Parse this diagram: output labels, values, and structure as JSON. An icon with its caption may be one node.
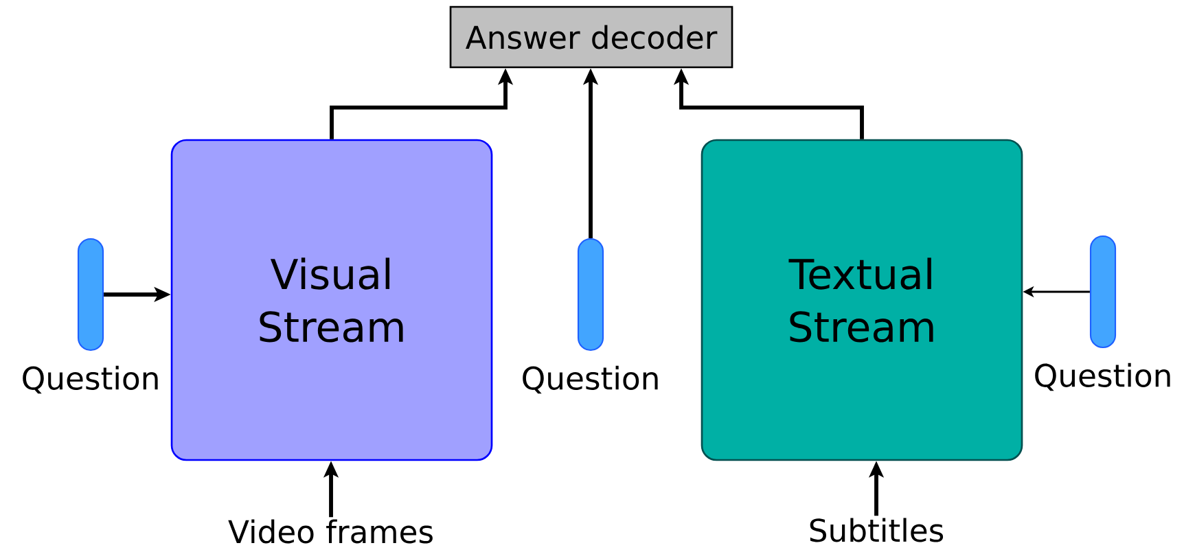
{
  "diagram": {
    "nodes": [
      {
        "text": [
          "Answer decoder"
        ]
      },
      {
        "text": [
          "Visual Stream"
        ]
      },
      {
        "text": [
          "Textual Stream"
        ]
      },
      {
        "text": [],
        "shape": "bar",
        "beside": [
          "Question"
        ]
      },
      {
        "text": [],
        "shape": "bar",
        "beside": [
          "Question"
        ]
      },
      {
        "text": [],
        "shape": "bar",
        "beside": [
          "Question"
        ]
      },
      {
        "text": [
          "Video frames"
        ]
      },
      {
        "text": [
          "Subtitles"
        ]
      }
    ],
    "edges": [
      {
        "from": 1,
        "to": 0,
        "arrow": "to"
      },
      {
        "from": 4,
        "to": 0,
        "arrow": "to"
      },
      {
        "from": 2,
        "to": 0,
        "arrow": "to"
      },
      {
        "from": 3,
        "to": 1,
        "arrow": "to"
      },
      {
        "from": 5,
        "to": 2,
        "arrow": "to"
      },
      {
        "from": 6,
        "to": 1,
        "arrow": "to"
      },
      {
        "from": 7,
        "to": 2,
        "arrow": "to"
      }
    ]
  }
}
